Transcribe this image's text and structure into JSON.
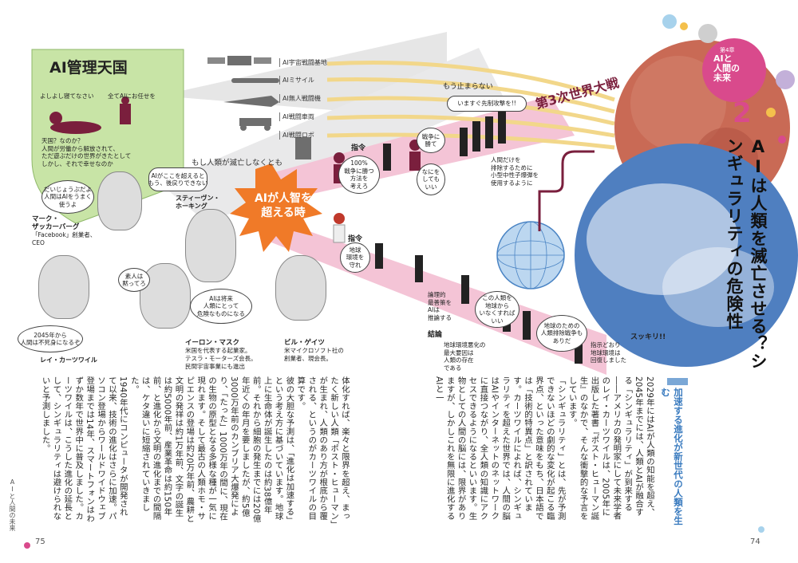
{
  "chapter": {
    "label": "第4章",
    "title_lines": [
      "AIと",
      "人間の",
      "未来"
    ],
    "number": "2",
    "headline": "AIは人類を滅亡させる？シンギュラリティの危険性"
  },
  "diagram": {
    "heaven": {
      "title": "AI管理天国",
      "caption1": "よしよし寝てなさい",
      "caption2": "全てAIにお任せを",
      "note": "天国？なのか？\n人間が労働から解放されて、\nただ遊ぶだけの世界がきたとして\nしかし、それで幸せなのか"
    },
    "burst": [
      "AIが人智を",
      "超える時"
    ],
    "if_not_destroyed": "もし人類が滅亡しなくとも",
    "weapons": [
      "AI宇宙戦闘基地",
      "AIミサイル",
      "AI無人戦闘機",
      "AI戦闘車両",
      "AI戦闘ロボ"
    ],
    "stop_label": "もう止まらない",
    "ww3": "第3次世界大戦",
    "path1": {
      "order": "指令",
      "b1": "100%\n戦争に勝つ\n方法を\n考えろ",
      "b2": "戦争に\n勝て",
      "b3": "なにを\nしても\nいい",
      "b4": "いますぐ先制攻撃を!!",
      "b5": "人間だけを\n排除するために\n小型中性子爆弾を\n使用するように"
    },
    "path2": {
      "order": "指令",
      "b1": "地球\n環境を\n守れ",
      "b2": "論理的\n最善策を\nAIは\n推論する",
      "conclusion": "結論",
      "b3": "地球環境悪化の\n最大要因は\n人類の存在\nである",
      "b4": "この人類を\n地球から\nいなくすれば\nいい",
      "b5": "地球のための\n人類排除戦争も\nありだ",
      "b6": "指示どおり\n地球環境は\n回復しました",
      "clean": "スッキリ!!"
    },
    "people": [
      {
        "name": "マーク・\nザッカーバーグ",
        "desc": "「Facebook」創業者、\nCEO",
        "quote": "だいじょうぶだよ\n人間はAIをうまく\n使うよ"
      },
      {
        "name": "スティーヴン・\nホーキング",
        "desc": "",
        "quote": "AIがここを超えると\nもう、後戻りできない"
      },
      {
        "name": "レイ・カーツワイル",
        "desc": "",
        "quote": "2045年から\n人間は不死身になるぞ"
      },
      {
        "name": "イーロン・マスク",
        "desc": "米国を代表する起業家。\nテスラ・モーターズ会長。\n民間宇宙事業にも進出",
        "quote": "素人は\n黙ってろ"
      },
      {
        "name": "ビル・ゲイツ",
        "desc": "米マイクロソフト社の\n創業者、現会長。",
        "quote": "AIは将来\n人類にとって\n危険なものになる"
      }
    ]
  },
  "article_left": {
    "text": "体化すれば、楽々と限界を超え、まったく新しい人類「ポスト・ヒューマン」が生まれ、人類のあり方が根底から覆される、というのがカーツワイルの目算です。\n彼の大胆な予測は、「進化は加速する」という考え方に基づいています。地球上に生命体が誕生したのは約38億年前。それから細胞の発生までには20億年近くの年月を要しましたが、約5億3000万年前のカンブリア大爆発により、「たった」1000万年の間に、現在の生物の原型となる多様な種が一気に現れます。そして最古の人類ホモ・サピエンスの登場は約20万年前、農耕と文明の発祥は約1万年前、文字の誕生は約5000年前、産業革命は約150年前、と進化から文明の進化までの間隔は、ケタ違いに短縮されていきました。\n1940年代にコンピュータが開発されて以来、技術の進化はさらに加速。パソコン登場からワールドワイドウェブ登場までは14年、スマートフォンはわずか数年で世界中に普及しました。カーツワイルは、こうした進化の延長として、シンギュラリティは避けられないと予測しました。"
  },
  "article_right": {
    "heading": "加速する進化が新世代の人類を生む",
    "text": "2029年にはAIが人類の知能を超え、2045年までには、人類とAIが融合する「シンギュラリティ」が到来する――アメリカの発明家にして未来学者のレイ・カーツワイルは、2005年に出版した著書『ポスト・ヒューマン誕生』のなかで、そんな衝撃的な予言をしています。\n「シンギュラリティ」とは、先が予測できないほどの劇的な変化が起こる臨界点、といった意味をもち、日本語では「技術的特異点」と訳されています。カーツワイルによれば、シンギュラリティを超えた世界では、人間の脳はAIやインターネットのネットワークに直接つながり、全人類の知識にアクセスできるようになるといいます。生物としての人間の脳には、限界がありますが、しかしこれを無限に進化するAIと一"
  },
  "footer": {
    "left_page": "75",
    "right_page": "74",
    "running_title": "AIと人間の未来"
  },
  "colors": {
    "pink": "#d94a8c",
    "light_pink": "#f4c4d6",
    "green": "#c8e4a6",
    "maroon": "#7a1f3d",
    "orange": "#f07a28",
    "gold": "#f2d78a"
  }
}
